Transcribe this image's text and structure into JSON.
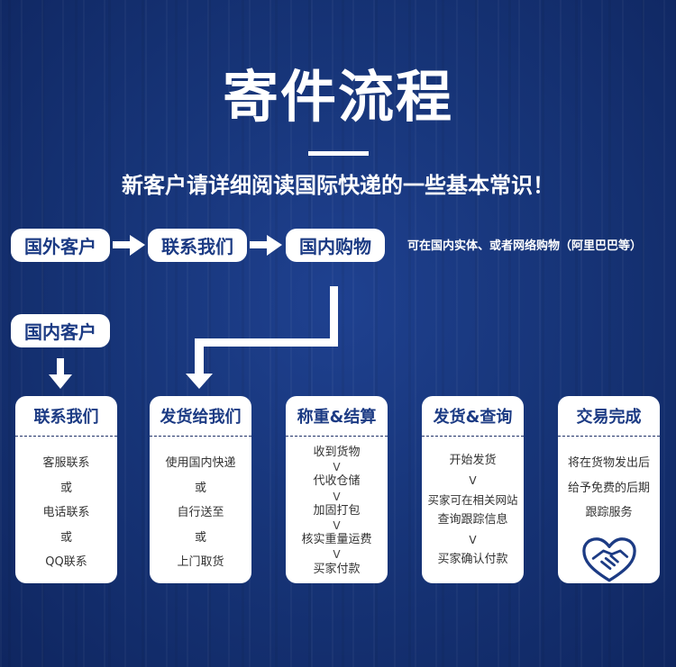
{
  "header": {
    "title": "寄件流程",
    "subtitle": "新客户请详细阅读国际快递的一些基本常识！"
  },
  "flow_top": {
    "steps": [
      "国外客户",
      "联系我们",
      "国内购物"
    ],
    "note": "可在国内实体、或者网络购物（阿里巴巴等）"
  },
  "flow_left": {
    "label": "国内客户"
  },
  "colors": {
    "background": "#173579",
    "accent_text": "#1c3b84",
    "card_bg": "#ffffff"
  },
  "cards": [
    {
      "title": "联系我们",
      "lines": [
        "客服联系",
        "或",
        "电话联系",
        "或",
        "QQ联系"
      ]
    },
    {
      "title": "发货给我们",
      "lines": [
        "使用国内快递",
        "或",
        "自行送至",
        "或",
        "上门取货"
      ]
    },
    {
      "title": "称重&结算",
      "lines": [
        "收到货物",
        "V",
        "代收仓储",
        "V",
        "加固打包",
        "V",
        "核实重量运费",
        "V",
        "买家付款"
      ]
    },
    {
      "title": "发货&查询",
      "lines": [
        "开始发货",
        "V",
        "买家可在相关网站",
        "查询跟踪信息",
        "V",
        "买家确认付款"
      ]
    },
    {
      "title": "交易完成",
      "lines": [
        "将在货物发出后",
        "给予免费的后期",
        "跟踪服务"
      ],
      "icon": "handshake-icon"
    }
  ]
}
